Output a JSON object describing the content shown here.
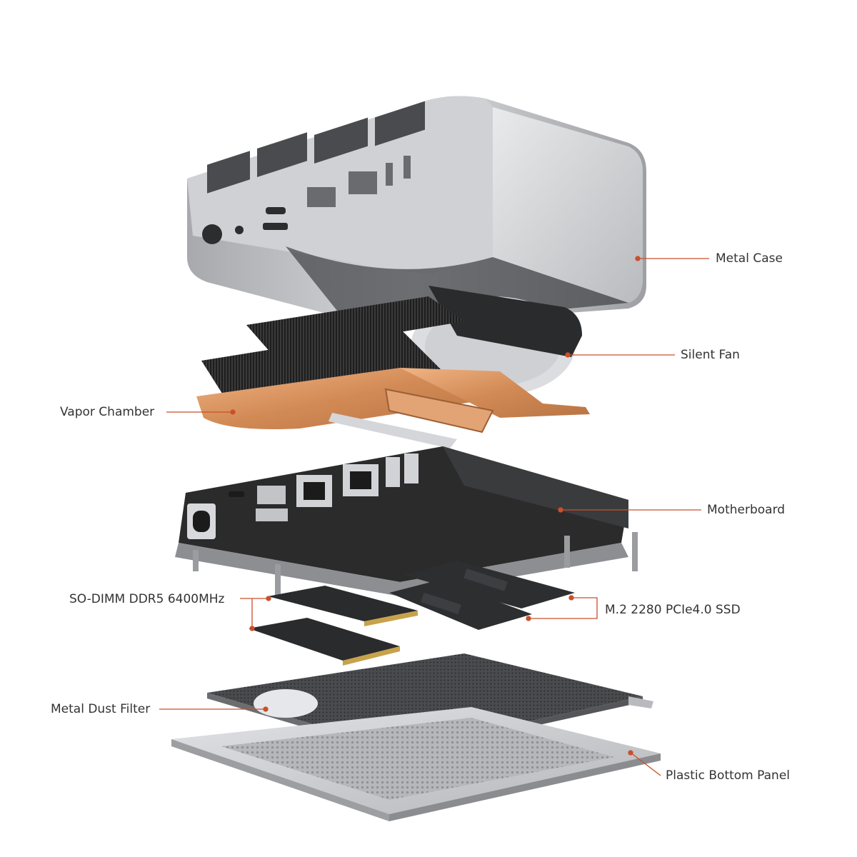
{
  "colors": {
    "leader": "#c9502a",
    "label_text": "#333333",
    "case_silver": "#c9cbce",
    "copper": "#d8925c",
    "pcb": "#2b2b2b",
    "panel_gray": "#c6c7ca"
  },
  "components": {
    "metal_case": "Metal Case",
    "silent_fan": "Silent Fan",
    "vapor_chamber": "Vapor Chamber",
    "motherboard": "Motherboard",
    "ram": "SO-DIMM DDR5 6400MHz",
    "ssd": "M.2 2280 PCIe4.0 SSD",
    "dust_filter": "Metal Dust Filter",
    "bottom_panel": "Plastic Bottom Panel"
  }
}
